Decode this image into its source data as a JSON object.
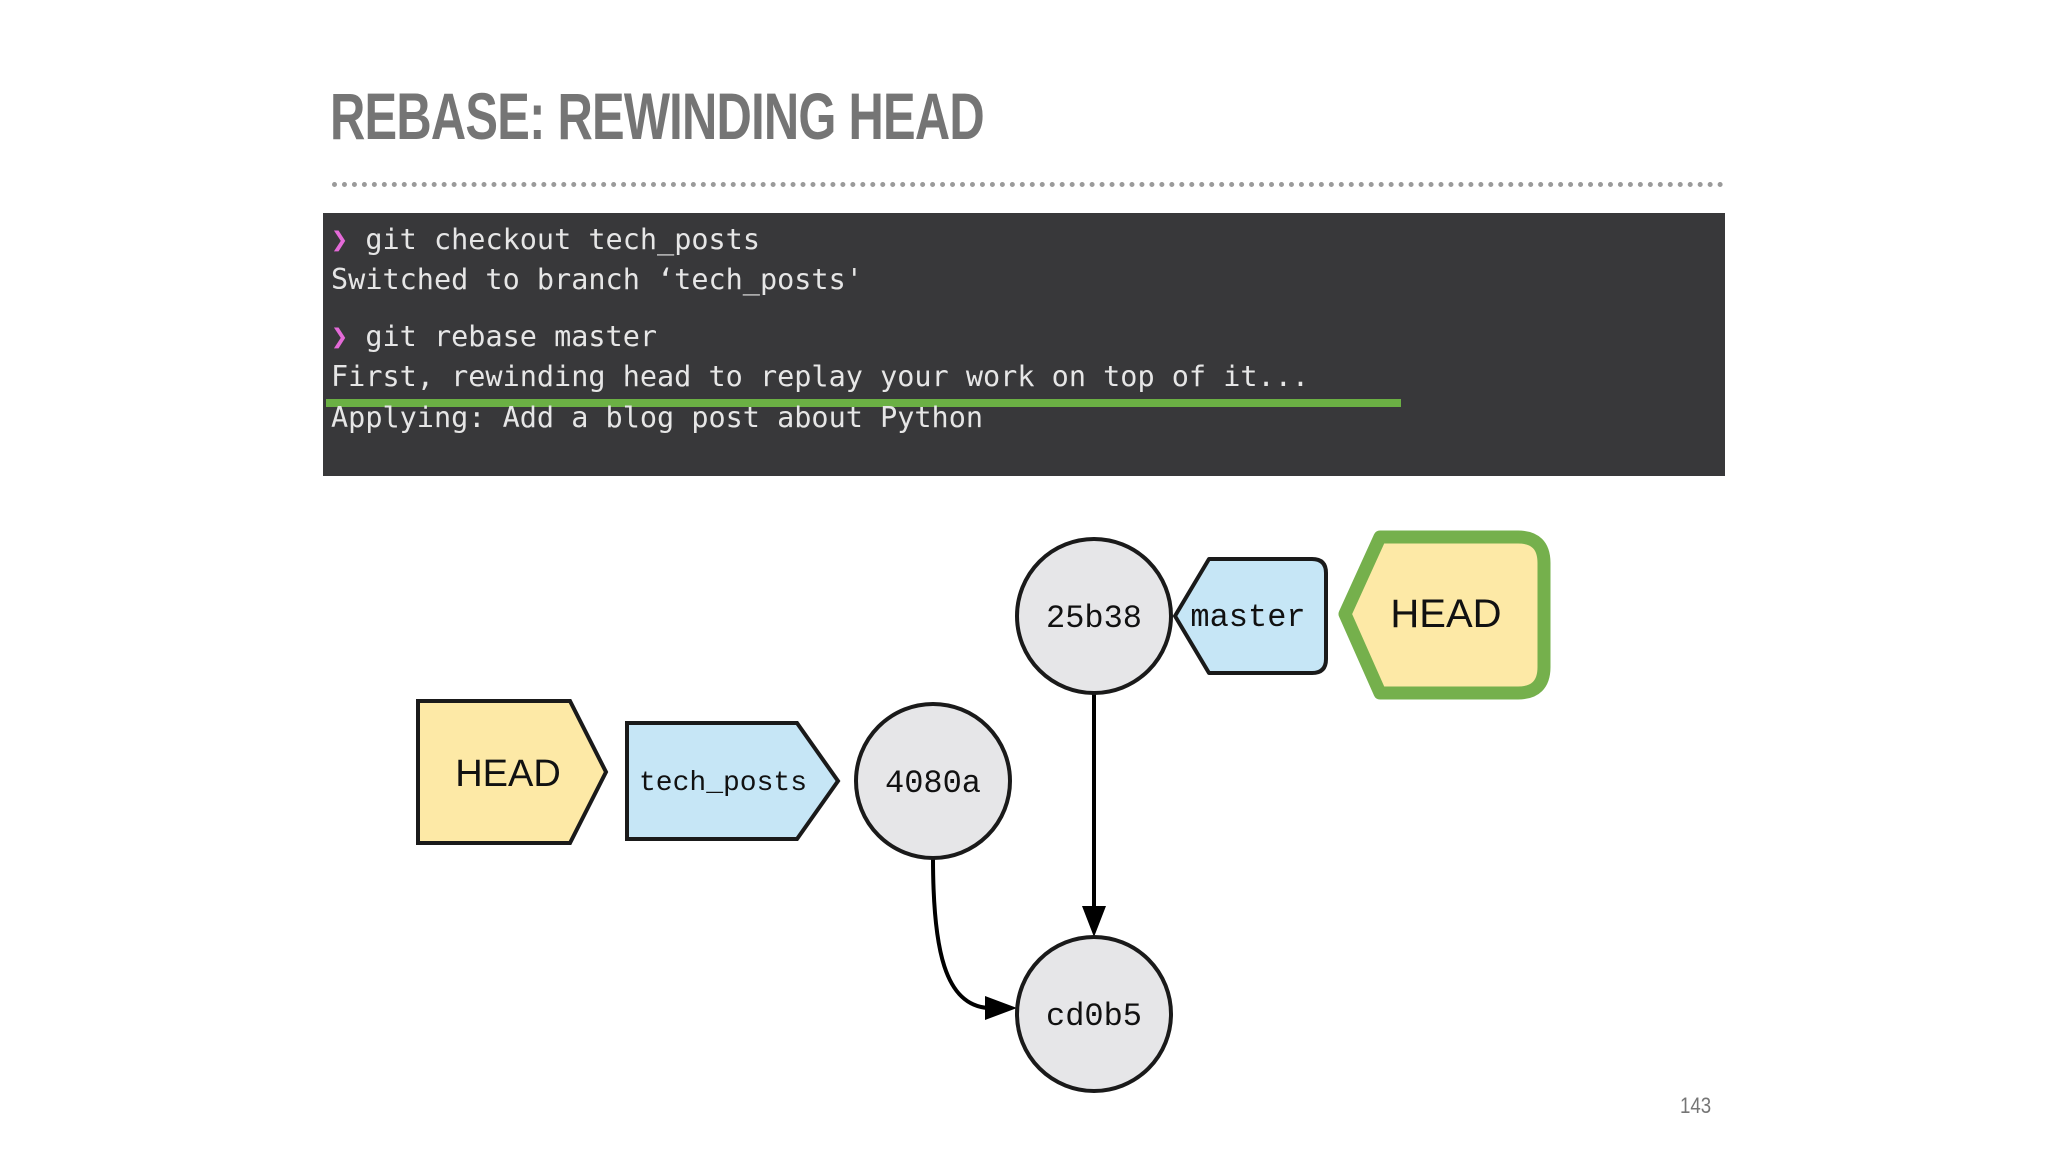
{
  "slide": {
    "title": "REBASE: REWINDING HEAD",
    "page_number": "143"
  },
  "terminal": {
    "prompt_symbol": "❯",
    "lines": [
      "git checkout tech_posts",
      "Switched to branch ‘tech_posts'",
      "git rebase master",
      "First, rewinding head to replay your work on top of it...",
      "Applying: Add a blog post about Python"
    ]
  },
  "diagram": {
    "commits": {
      "c_25b38": "25b38",
      "c_4080a": "4080a",
      "c_cd0b5": "cd0b5"
    },
    "refs": {
      "master": "master",
      "head_top": "HEAD",
      "tech_posts": "tech_posts",
      "head_left": "HEAD"
    }
  },
  "colors": {
    "title": "#757575",
    "terminal_bg": "#38383a",
    "terminal_text": "#e6e6e6",
    "prompt": "#e46ad8",
    "highlight": "#6bb044",
    "head_fill": "#fde9a6",
    "branch_fill": "#c6e6f6",
    "commit_fill": "#e6e6e8"
  }
}
